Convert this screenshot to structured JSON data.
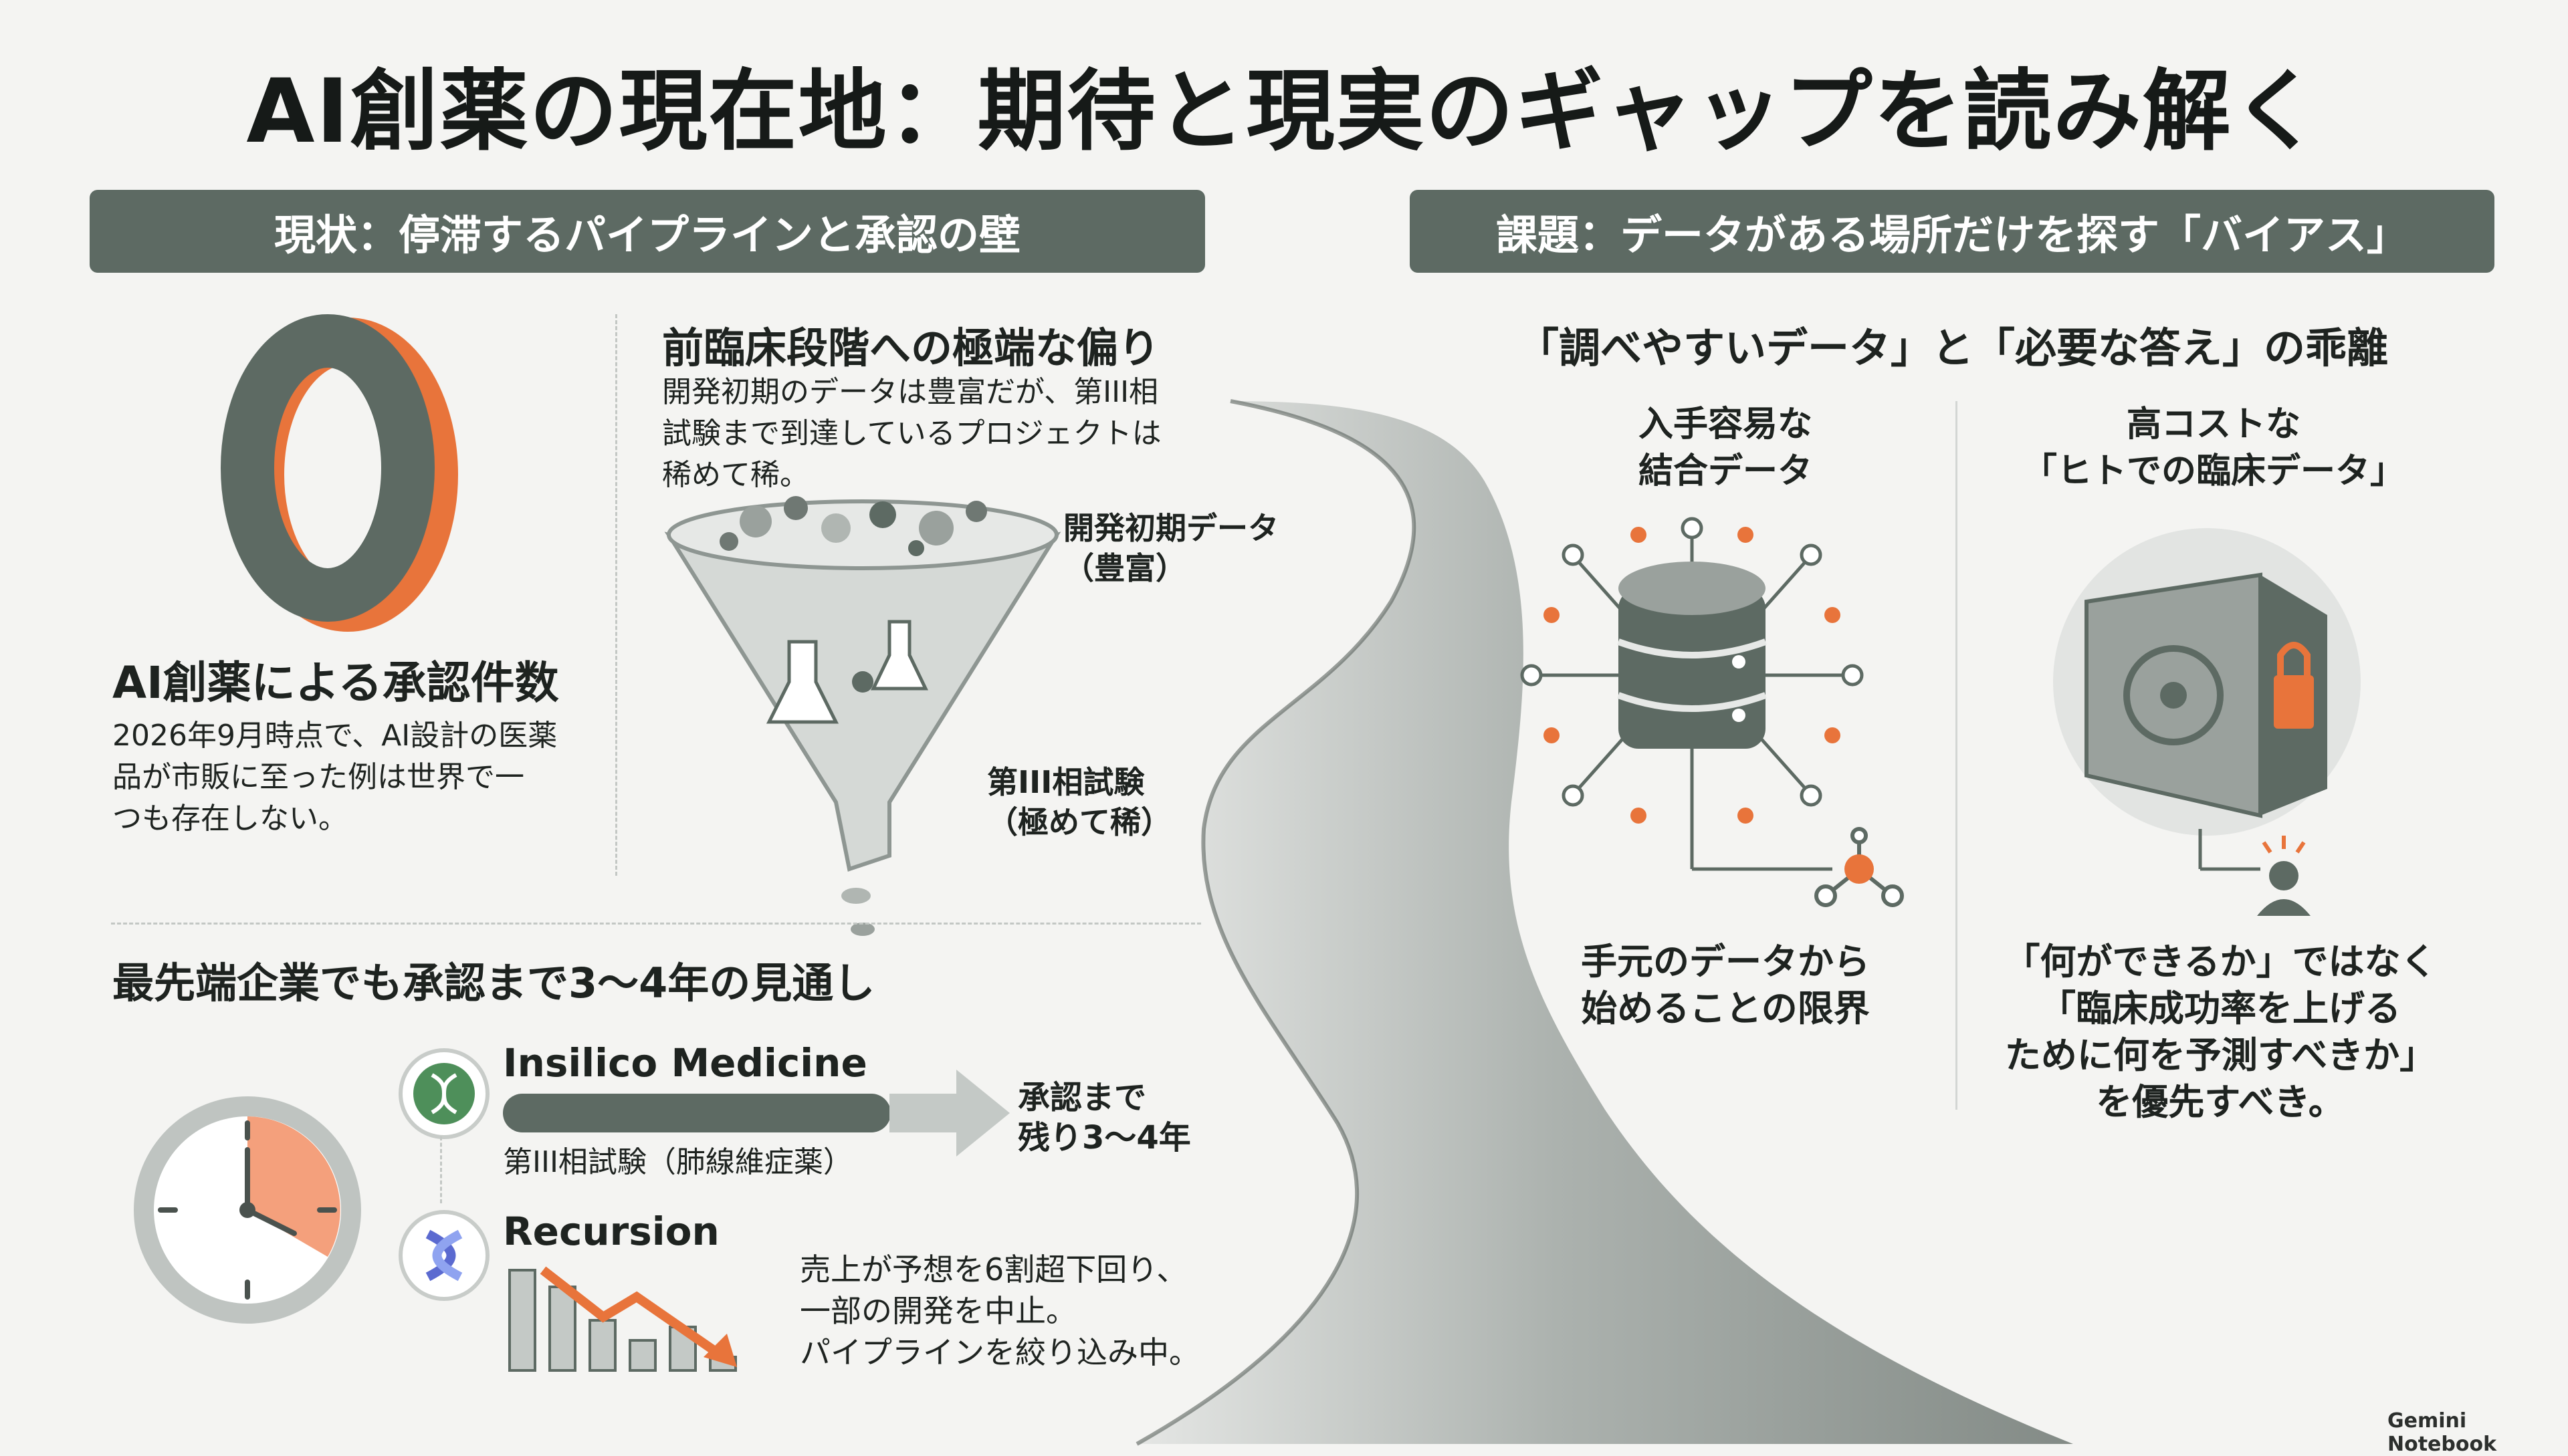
{
  "title": "AI創薬の現在地：期待と現実のギャップを読み解く",
  "left_banner": "現状：停滞するパイプラインと承認の壁",
  "right_banner": "課題：データがある場所だけを探す「バイアス」",
  "approvals": {
    "count": "0",
    "heading": "AI創薬による承認件数",
    "desc": [
      "2026年9月時点で、AI設計の医薬",
      "品が市販に至った例は世界で一",
      "つも存在しない。"
    ]
  },
  "preclinical": {
    "heading": "前臨床段階への極端な偏り",
    "desc": [
      "開発初期のデータは豊富だが、第III相",
      "試験まで到達しているプロジェクトは",
      "稀めて稀。"
    ],
    "label_top": [
      "開発初期データ",
      "（豊富）"
    ],
    "label_bottom": [
      "第III相試験",
      "（極めて稀）"
    ]
  },
  "timeline": {
    "heading": "最先端企業でも承認まで3〜4年の見通し",
    "insilico_name": "Insilico Medicine",
    "insilico_phase": "第III相試験（肺線維症薬）",
    "insilico_outlook": [
      "承認まで",
      "残り3〜4年"
    ],
    "recursion_name": "Recursion",
    "recursion_desc": [
      "売上が予想を6割超下回り、",
      "一部の開発を中止。",
      "パイプラインを絞り込み中。"
    ]
  },
  "gap": {
    "heading": "「調べやすいデータ」と「必要な答え」の乖離",
    "left_title": [
      "入手容易な",
      "結合データ"
    ],
    "left_caption": [
      "手元のデータから",
      "始めることの限界"
    ],
    "right_title": [
      "高コストな",
      "「ヒトでの臨床データ」"
    ],
    "right_caption": [
      "「何ができるか」ではなく",
      "「臨床成功率を上げる",
      "ために何を予測すべきか」",
      "を優先すべき。"
    ]
  },
  "footer": "Gemini Notebook",
  "icons": {
    "zero": "zero-numeral-icon",
    "funnel": "funnel-icon",
    "clock": "clock-icon",
    "insilico": "dna-logo-icon",
    "recursion": "x-logo-icon",
    "declining_bars": "declining-bar-chart-icon",
    "database": "database-network-icon",
    "molecule": "molecule-icon",
    "safe": "locked-safe-icon",
    "person": "person-alert-icon"
  },
  "colors": {
    "accent": "#e8743b",
    "primary": "#5d6a63",
    "text": "#1e2320"
  }
}
